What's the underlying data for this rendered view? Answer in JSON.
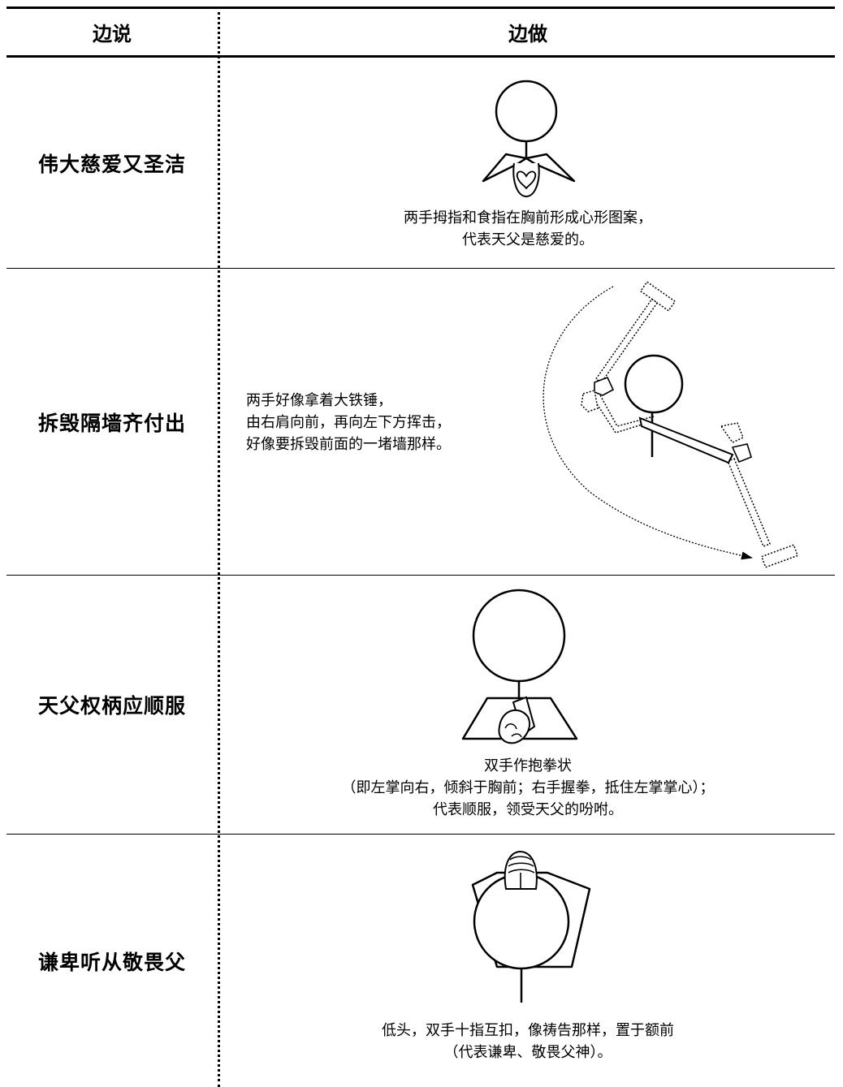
{
  "header": {
    "col_say": "边说",
    "col_do": "边做"
  },
  "rows": [
    {
      "say": "伟大慈爱又圣洁",
      "do_lines": [
        "两手拇指和食指在胸前形成心形图案，",
        "代表天父是慈爱的。"
      ]
    },
    {
      "say": "拆毁隔墙齐付出",
      "do_lines": [
        "两手好像拿着大铁锤，",
        "由右肩向前，再向左下方挥击，",
        "好像要拆毁前面的一堵墙那样。"
      ]
    },
    {
      "say": "天父权柄应顺服",
      "do_lines": [
        "双手作抱拳状",
        "（即左掌向右，倾斜于胸前；右手握拳，抵住左掌掌心）；",
        "代表顺服，领受天父的吩咐。"
      ]
    },
    {
      "say": "谦卑听从敬畏父",
      "do_lines": [
        "低头，双手十指互扣，像祷告那样，置于额前",
        "（代表谦卑、敬畏父神）。"
      ]
    }
  ]
}
